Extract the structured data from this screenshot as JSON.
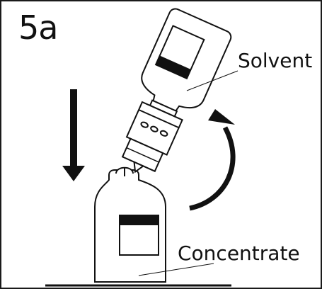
{
  "figure": {
    "step_label": "5a",
    "labels": {
      "solvent": "Solvent",
      "concentrate": "Concentrate"
    },
    "colors": {
      "ink": "#111111",
      "background": "#ffffff"
    },
    "icons": {
      "down_arrow": "arrow-down-icon",
      "rotation_arrow": "curved-arrow-icon"
    }
  }
}
